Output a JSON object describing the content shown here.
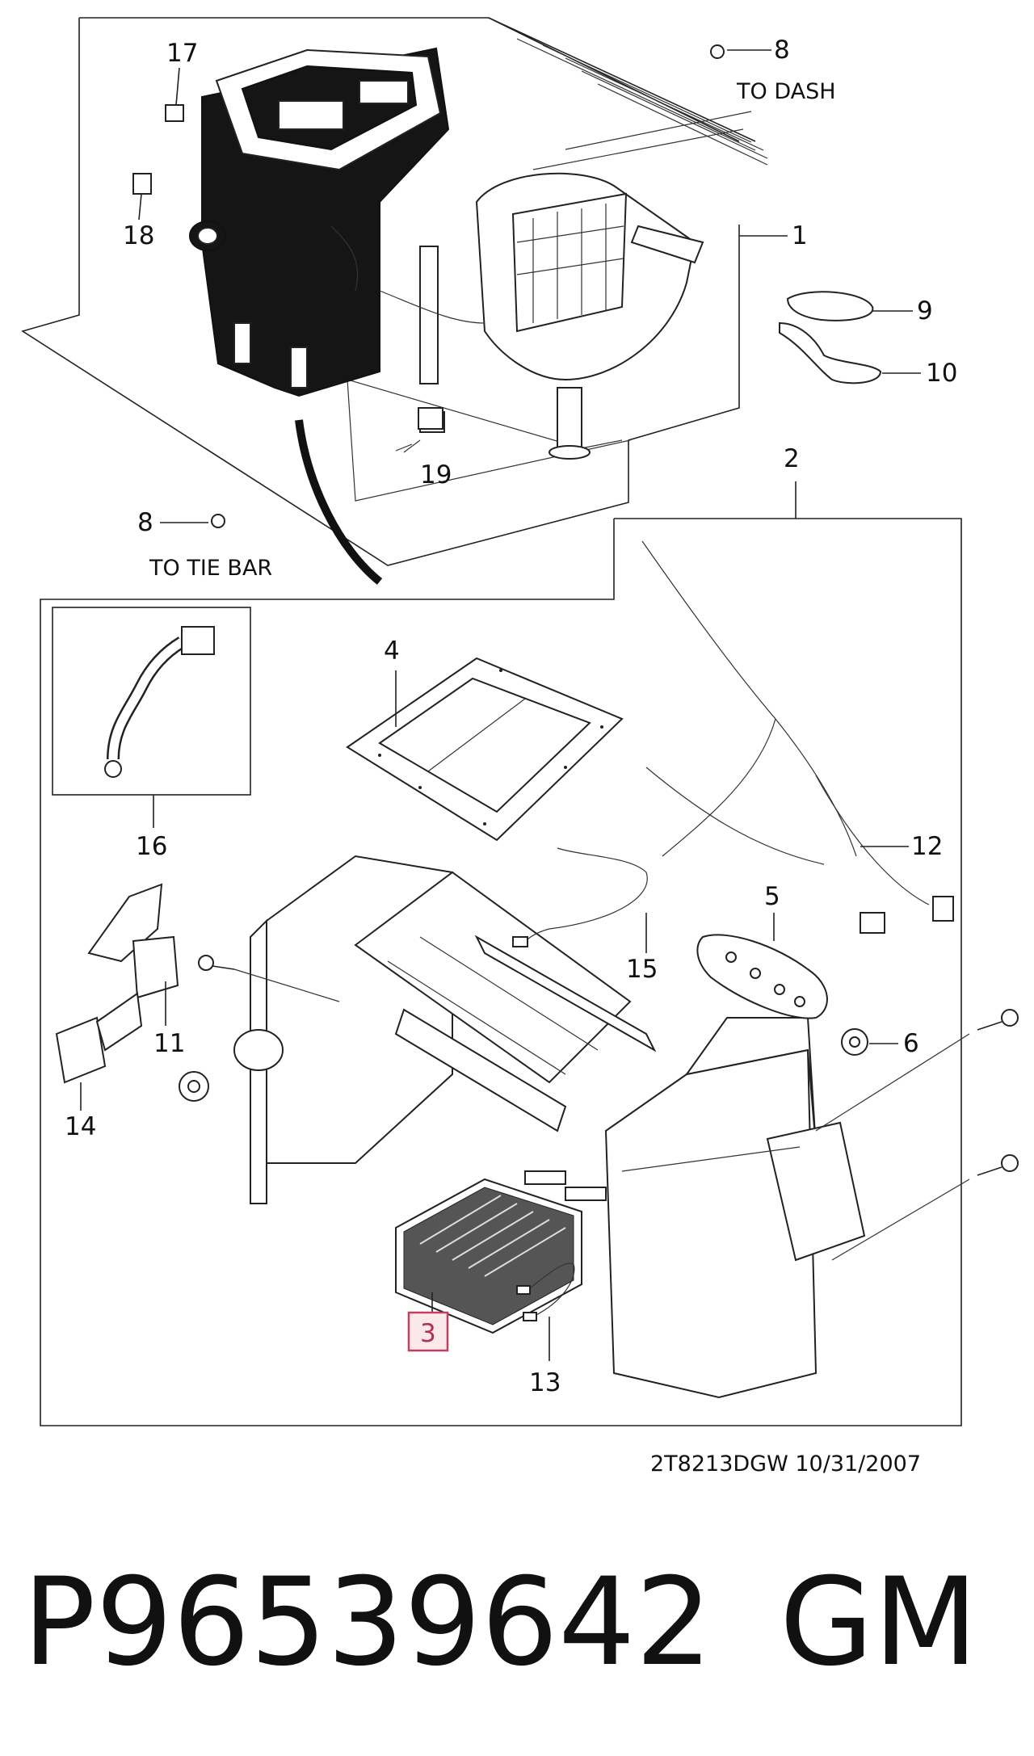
{
  "diagram": {
    "callouts": [
      {
        "id": "1",
        "text": "1"
      },
      {
        "id": "2",
        "text": "2"
      },
      {
        "id": "3",
        "text": "3"
      },
      {
        "id": "4",
        "text": "4"
      },
      {
        "id": "5",
        "text": "5"
      },
      {
        "id": "6",
        "text": "6"
      },
      {
        "id": "8a",
        "text": "8"
      },
      {
        "id": "8b",
        "text": "8"
      },
      {
        "id": "9",
        "text": "9"
      },
      {
        "id": "10",
        "text": "10"
      },
      {
        "id": "11",
        "text": "11"
      },
      {
        "id": "12",
        "text": "12"
      },
      {
        "id": "13",
        "text": "13"
      },
      {
        "id": "14",
        "text": "14"
      },
      {
        "id": "15",
        "text": "15"
      },
      {
        "id": "16",
        "text": "16"
      },
      {
        "id": "17",
        "text": "17"
      },
      {
        "id": "18",
        "text": "18"
      },
      {
        "id": "19",
        "text": "19"
      }
    ],
    "notes": {
      "to_dash": "TO DASH",
      "to_tie_bar": "TO TIE BAR"
    },
    "drawing_code": "2T8213DGW  10/31/2007",
    "highlight_color": "#c04060"
  },
  "part_number": "P96539642",
  "brand": "GM"
}
